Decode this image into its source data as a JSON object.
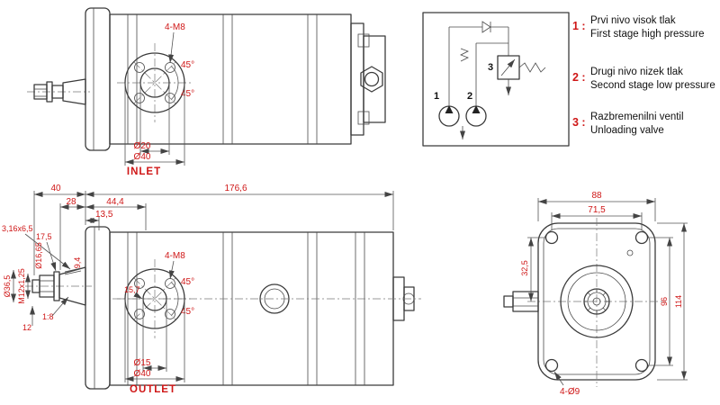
{
  "colors": {
    "dimension_text": "#cf1717",
    "line": "#3b3b3b"
  },
  "top_view": {
    "bolt": "4-M8",
    "a1": "45°",
    "a2": "45°",
    "d_inner": "Ø20",
    "d_outer": "Ø40",
    "port": "INLET"
  },
  "schematic": {
    "n1": "1",
    "n2": "2",
    "n3": "3"
  },
  "legend": {
    "items": [
      {
        "num": "1 :",
        "sl": "Prvi nivo visok tlak",
        "en": "First stage high pressure"
      },
      {
        "num": "2 :",
        "sl": "Drugi nivo nizek tlak",
        "en": "Second stage low pressure"
      },
      {
        "num": "3 :",
        "sl": "Razbremenilni ventil",
        "en": "Unloading valve"
      }
    ]
  },
  "bottom_view": {
    "bolt": "4-M8",
    "a1": "45°",
    "a2": "45°",
    "d_inner": "Ø15",
    "d_outer": "Ø40",
    "port": "OUTLET",
    "len40": "40",
    "len28": "28",
    "len444": "44,4",
    "len1766": "176,6",
    "len135": "13,5",
    "key": "3,16x6,5",
    "len175": "17,5",
    "d1665": "Ø16,65",
    "d365": "Ø36,5",
    "thread": "M12x1,25",
    "len94": "9,4",
    "len157": "15,7",
    "taper": "1:8",
    "len12": "12"
  },
  "front_view": {
    "w88": "88",
    "w715": "71,5",
    "h325": "32,5",
    "h96": "96",
    "h114": "114",
    "holes": "4-Ø9"
  }
}
